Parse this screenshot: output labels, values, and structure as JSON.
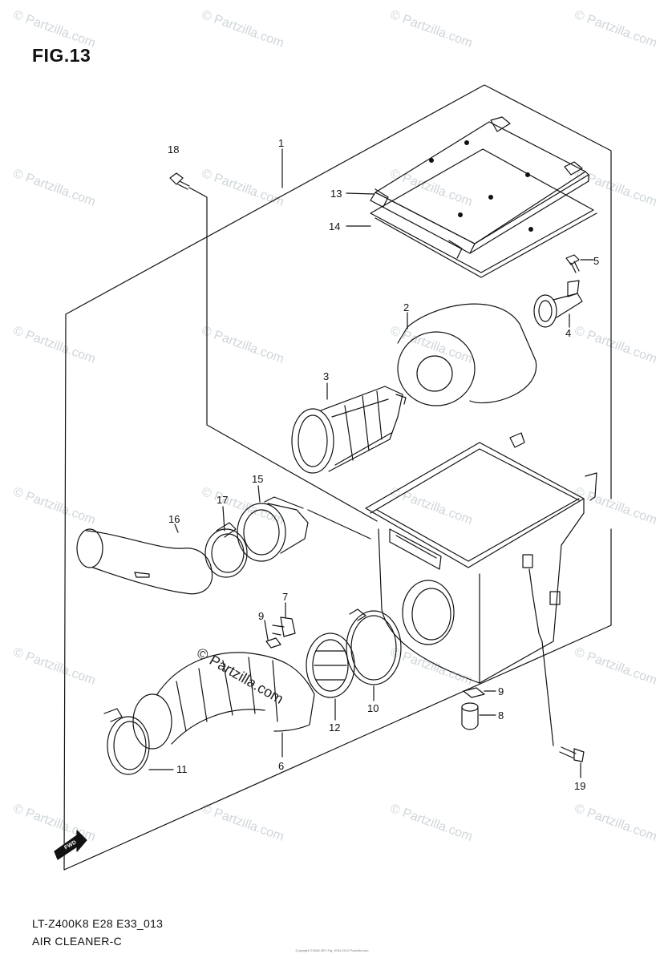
{
  "figure": {
    "title": "FIG.13",
    "code": "LT-Z400K8 E28 E33_013",
    "name": "AIR CLEANER-C",
    "copyright": "Copyright ©2008 ZBY Fig. 2004-2012 Partzilla.com"
  },
  "watermark": {
    "text": "© Partzilla.com",
    "center_text": "© Partzilla.com"
  },
  "fwd_label": "FWD",
  "callouts": [
    {
      "id": "1",
      "label": "1"
    },
    {
      "id": "2",
      "label": "2"
    },
    {
      "id": "3",
      "label": "3"
    },
    {
      "id": "4",
      "label": "4"
    },
    {
      "id": "5",
      "label": "5"
    },
    {
      "id": "6",
      "label": "6"
    },
    {
      "id": "7",
      "label": "7"
    },
    {
      "id": "8",
      "label": "8"
    },
    {
      "id": "9a",
      "label": "9"
    },
    {
      "id": "9b",
      "label": "9"
    },
    {
      "id": "10",
      "label": "10"
    },
    {
      "id": "11",
      "label": "11"
    },
    {
      "id": "12",
      "label": "12"
    },
    {
      "id": "13",
      "label": "13"
    },
    {
      "id": "14",
      "label": "14"
    },
    {
      "id": "15",
      "label": "15"
    },
    {
      "id": "16",
      "label": "16"
    },
    {
      "id": "17",
      "label": "17"
    },
    {
      "id": "18",
      "label": "18"
    },
    {
      "id": "19",
      "label": "19"
    }
  ]
}
